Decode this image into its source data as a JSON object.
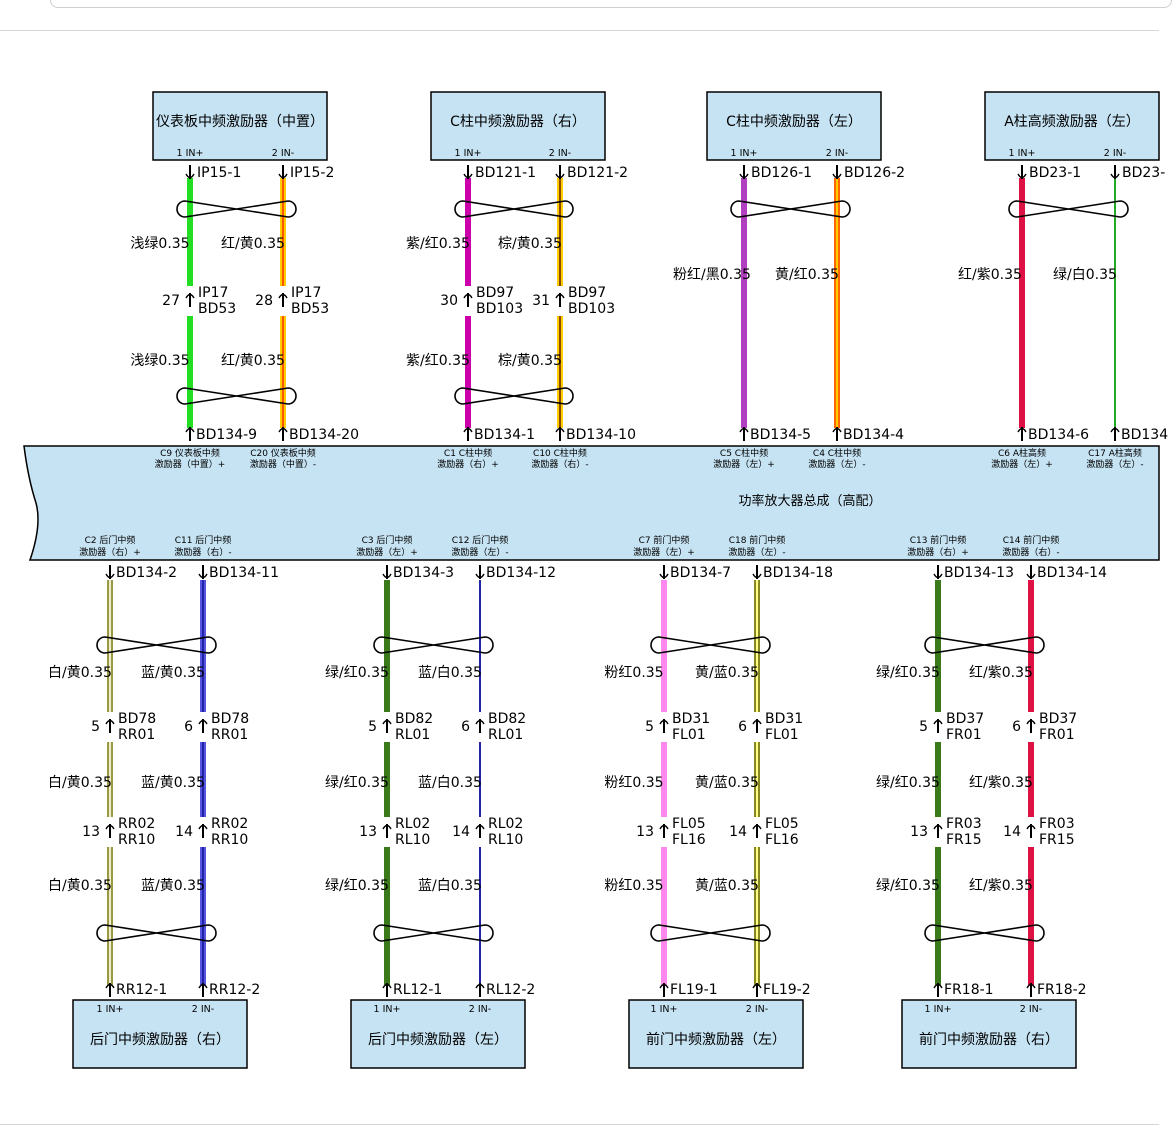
{
  "amplifier": {
    "title": "功率放大器总成（高配）"
  },
  "top_channels": [
    {
      "id": "ip",
      "device": "仪表板中频激励器（中置）",
      "pins": [
        "1 IN+",
        "2 IN-"
      ],
      "dev_conn": [
        "IP15-1",
        "IP15-2"
      ],
      "wire1": [
        "浅绿0.35",
        "红/黄0.35"
      ],
      "inline": {
        "pins": [
          "27",
          "28"
        ],
        "conn": [
          "IP17",
          "BD53"
        ]
      },
      "wire2": [
        "浅绿0.35",
        "红/黄0.35"
      ],
      "amp_conn": [
        "BD134-9",
        "BD134-20"
      ],
      "amp_pins": [
        [
          "C9 仪表板中频",
          "激励器（中置）+"
        ],
        [
          "C20 仪表板中频",
          "激励器（中置）-"
        ]
      ],
      "colors": [
        [
          "#22dd22"
        ],
        [
          "#ff5500",
          "#ffcc00"
        ]
      ]
    },
    {
      "id": "cr",
      "device": "C柱中频激励器（右）",
      "pins": [
        "1 IN+",
        "2 IN-"
      ],
      "dev_conn": [
        "BD121-1",
        "BD121-2"
      ],
      "wire1": [
        "紫/红0.35",
        "棕/黄0.35"
      ],
      "inline": {
        "pins": [
          "30",
          "31"
        ],
        "conn": [
          "BD97",
          "BD103"
        ]
      },
      "wire2": [
        "紫/红0.35",
        "棕/黄0.35"
      ],
      "amp_conn": [
        "BD134-1",
        "BD134-10"
      ],
      "amp_pins": [
        [
          "C1 C柱中频",
          "激励器（右）+"
        ],
        [
          "C10 C柱中频",
          "激励器（右）-"
        ]
      ],
      "colors": [
        [
          "#cc00aa"
        ],
        [
          "#8b4a00",
          "#ffcc00"
        ]
      ]
    },
    {
      "id": "cl",
      "device": "C柱中频激励器（左）",
      "pins": [
        "1 IN+",
        "2 IN-"
      ],
      "dev_conn": [
        "BD126-1",
        "BD126-2"
      ],
      "wire1": [
        "粉红/黑0.35",
        "黄/红0.35"
      ],
      "inline": null,
      "wire2": [],
      "amp_conn": [
        "BD134-5",
        "BD134-4"
      ],
      "amp_pins": [
        [
          "C5 C柱中频",
          "激励器（左）+"
        ],
        [
          "C4 C柱中频",
          "激励器（左）-"
        ]
      ],
      "colors": [
        [
          "#b040c0"
        ],
        [
          "#ffcc00",
          "#ff6600"
        ]
      ]
    },
    {
      "id": "al",
      "device": "A柱高频激励器（左）",
      "pins": [
        "1 IN+",
        "2 IN-"
      ],
      "dev_conn": [
        "BD23-1",
        "BD23-"
      ],
      "wire1": [
        "红/紫0.35",
        "绿/白0.35"
      ],
      "inline": null,
      "wire2": [],
      "amp_conn": [
        "BD134-6",
        "BD134"
      ],
      "amp_pins": [
        [
          "C6 A柱高频",
          "激励器（左）+"
        ],
        [
          "C17 A柱高频",
          "激励器（左）-"
        ]
      ],
      "colors": [
        [
          "#dd1144"
        ],
        [
          "#22aa22",
          "#ffffff"
        ]
      ]
    }
  ],
  "bottom_channels": [
    {
      "id": "rr",
      "device": "后门中频激励器（右）",
      "pins": [
        "1 IN+",
        "2 IN-"
      ],
      "amp_conn": [
        "BD134-2",
        "BD134-11"
      ],
      "amp_pins": [
        [
          "C2 后门中频",
          "激励器（右）+"
        ],
        [
          "C11 后门中频",
          "激励器（右）-"
        ]
      ],
      "wire_a": [
        "白/黄0.35",
        "蓝/黄0.35"
      ],
      "inline1": {
        "pins": [
          "5",
          "6"
        ],
        "conn": [
          "BD78",
          "RR01"
        ]
      },
      "wire_b": [
        "白/黄0.35",
        "蓝/黄0.35"
      ],
      "inline2": {
        "pins": [
          "13",
          "14"
        ],
        "conn": [
          "RR02",
          "RR10"
        ]
      },
      "wire_c": [
        "白/黄0.35",
        "蓝/黄0.35"
      ],
      "dev_conn": [
        "RR12-1",
        "RR12-2"
      ],
      "colors": [
        [
          "#eeeecc",
          "#999944"
        ],
        [
          "#2222aa",
          "#5555dd"
        ]
      ]
    },
    {
      "id": "rl",
      "device": "后门中频激励器（左）",
      "pins": [
        "1 IN+",
        "2 IN-"
      ],
      "amp_conn": [
        "BD134-3",
        "BD134-12"
      ],
      "amp_pins": [
        [
          "C3 后门中频",
          "激励器（左）+"
        ],
        [
          "C12 后门中频",
          "激励器（左）-"
        ]
      ],
      "wire_a": [
        "绿/红0.35",
        "蓝/白0.35"
      ],
      "inline1": {
        "pins": [
          "5",
          "6"
        ],
        "conn": [
          "BD82",
          "RL01"
        ]
      },
      "wire_b": [
        "绿/红0.35",
        "蓝/白0.35"
      ],
      "inline2": {
        "pins": [
          "13",
          "14"
        ],
        "conn": [
          "RL02",
          "RL10"
        ]
      },
      "wire_c": [
        "绿/红0.35",
        "蓝/白0.35"
      ],
      "dev_conn": [
        "RL12-1",
        "RL12-2"
      ],
      "colors": [
        [
          "#3a7a1a"
        ],
        [
          "#2222aa",
          "#ffffff"
        ]
      ]
    },
    {
      "id": "fl",
      "device": "前门中频激励器（左）",
      "pins": [
        "1 IN+",
        "2 IN-"
      ],
      "amp_conn": [
        "BD134-7",
        "BD134-18"
      ],
      "amp_pins": [
        [
          "C7 前门中频",
          "激励器（左）+"
        ],
        [
          "C18 前门中频",
          "激励器（左）-"
        ]
      ],
      "wire_a": [
        "粉红0.35",
        "黄/蓝0.35"
      ],
      "inline1": {
        "pins": [
          "5",
          "6"
        ],
        "conn": [
          "BD31",
          "FL01"
        ]
      },
      "wire_b": [
        "粉红0.35",
        "黄/蓝0.35"
      ],
      "inline2": {
        "pins": [
          "13",
          "14"
        ],
        "conn": [
          "FL05",
          "FL16"
        ]
      },
      "wire_c": [
        "粉红0.35",
        "黄/蓝0.35"
      ],
      "dev_conn": [
        "FL19-1",
        "FL19-2"
      ],
      "colors": [
        [
          "#ff88ee"
        ],
        [
          "#ffff88",
          "#888822"
        ]
      ]
    },
    {
      "id": "fr",
      "device": "前门中频激励器（右）",
      "pins": [
        "1 IN+",
        "2 IN-"
      ],
      "amp_conn": [
        "BD134-13",
        "BD134-14"
      ],
      "amp_pins": [
        [
          "C13 前门中频",
          "激励器（右）+"
        ],
        [
          "C14 前门中频",
          "激励器（右）-"
        ]
      ],
      "wire_a": [
        "绿/红0.35",
        "红/紫0.35"
      ],
      "inline1": {
        "pins": [
          "5",
          "6"
        ],
        "conn": [
          "BD37",
          "FR01"
        ]
      },
      "wire_b": [
        "绿/红0.35",
        "红/紫0.35"
      ],
      "inline2": {
        "pins": [
          "13",
          "14"
        ],
        "conn": [
          "FR03",
          "FR15"
        ]
      },
      "wire_c": [
        "绿/红0.35",
        "红/紫0.35"
      ],
      "dev_conn": [
        "FR18-1",
        "FR18-2"
      ],
      "colors": [
        [
          "#3a7a1a"
        ],
        [
          "#dd1144"
        ]
      ]
    }
  ]
}
